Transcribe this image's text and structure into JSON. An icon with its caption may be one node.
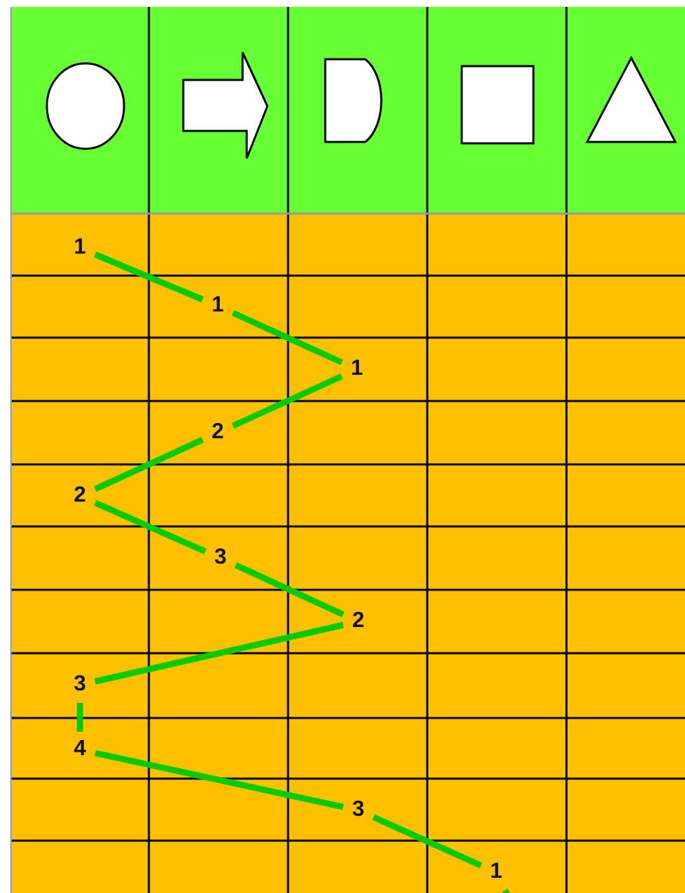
{
  "diagram": {
    "nodes": [
      {
        "text": [
          "1"
        ]
      },
      {
        "text": [
          "1"
        ]
      },
      {
        "text": [
          "1"
        ]
      },
      {
        "text": [
          "2"
        ]
      },
      {
        "text": [
          "2"
        ]
      },
      {
        "text": [
          "3"
        ]
      },
      {
        "text": [
          "2"
        ]
      },
      {
        "text": [
          "3"
        ]
      },
      {
        "text": [
          "4"
        ]
      },
      {
        "text": [
          "3"
        ]
      },
      {
        "text": [
          "1"
        ]
      }
    ],
    "edges": [
      {
        "from": 0,
        "to": 1,
        "arrow": "none"
      },
      {
        "from": 1,
        "to": 2,
        "arrow": "none"
      },
      {
        "from": 2,
        "to": 3,
        "arrow": "none"
      },
      {
        "from": 3,
        "to": 4,
        "arrow": "none"
      },
      {
        "from": 4,
        "to": 5,
        "arrow": "none"
      },
      {
        "from": 5,
        "to": 6,
        "arrow": "none"
      },
      {
        "from": 6,
        "to": 7,
        "arrow": "none"
      },
      {
        "from": 7,
        "to": 8,
        "arrow": "none"
      },
      {
        "from": 8,
        "to": 9,
        "arrow": "none"
      },
      {
        "from": 9,
        "to": 10,
        "arrow": "none"
      },
      {
        "from": 10,
        "to": null,
        "arrow": "none"
      }
    ]
  }
}
